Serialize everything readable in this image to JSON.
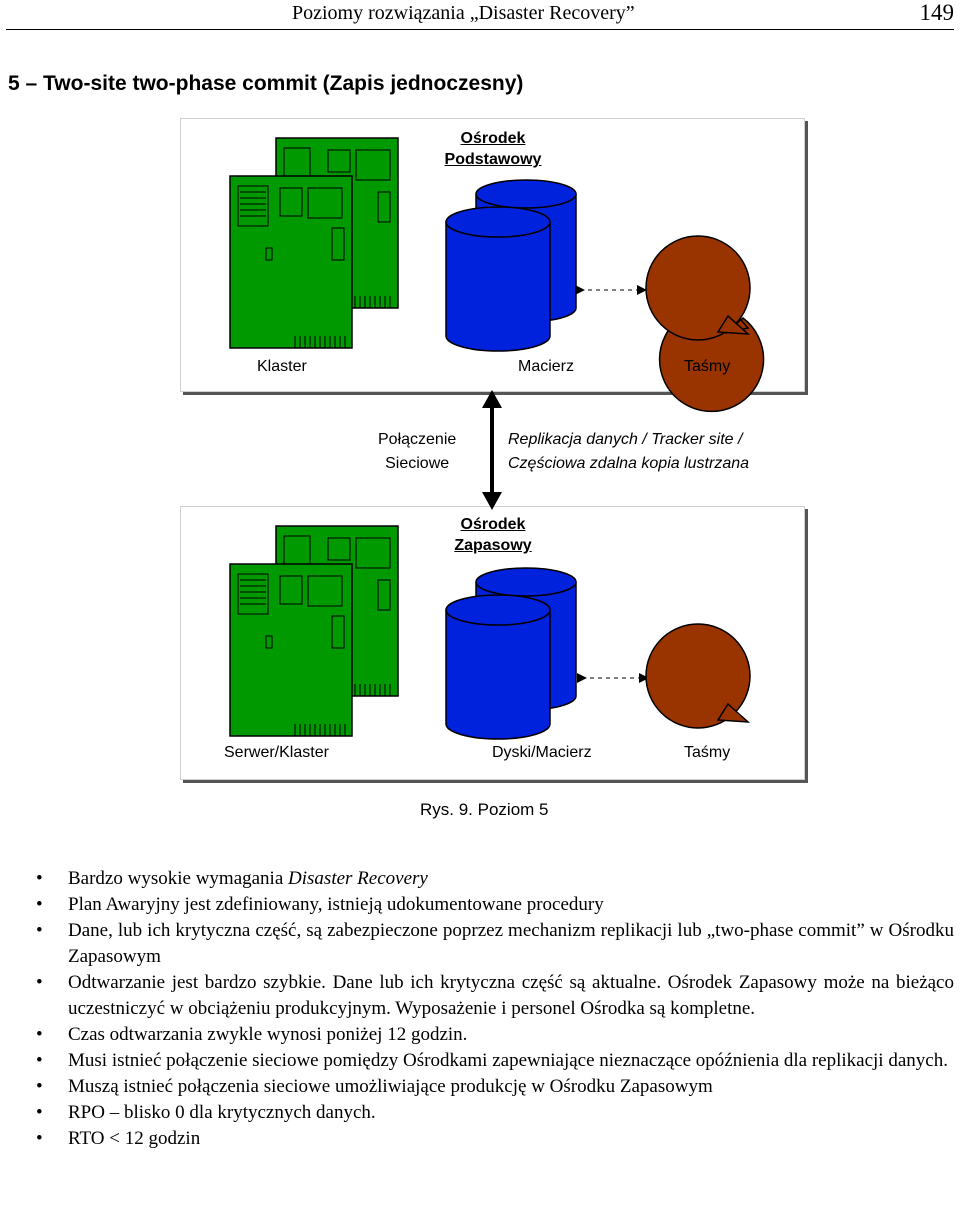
{
  "header": {
    "running_title": "Poziomy rozwiązania „Disaster Recovery”",
    "page_number": "149"
  },
  "section": {
    "title": "5 – Two-site two-phase commit (Zapis jednoczesny)"
  },
  "figure": {
    "primary_site_title_line1": "Ośrodek",
    "primary_site_title_line2": "Podstawowy",
    "primary_labels": {
      "cluster": "Klaster",
      "array": "Macierz",
      "tapes": "Taśmy"
    },
    "network_label_line1": "Połączenie",
    "network_label_line2": "Sieciowe",
    "replication_line1": "Replikacja danych / Tracker site /",
    "replication_line2": "Częściowa zdalna kopia lustrzana",
    "backup_site_title_line1": "Ośrodek",
    "backup_site_title_line2": "Zapasowy",
    "backup_labels": {
      "servers": "Serwer/Klaster",
      "disks": "Dyski/Macierz",
      "tapes": "Taśmy"
    },
    "colors": {
      "server_green": "#009900",
      "disk_blue": "#0022dd",
      "tape_brown": "#993300"
    }
  },
  "caption": "Rys. 9. Poziom 5",
  "bullets": {
    "b1_prefix": "Bardzo wysokie wymagania ",
    "b1_italic": "Disaster Recovery",
    "b2": "Plan Awaryjny jest zdefiniowany, istnieją udokumentowane procedury",
    "b3": "Dane, lub ich krytyczna część, są zabezpieczone poprzez mechanizm replikacji lub „two-phase commit” w Ośrodku Zapasowym",
    "b4": "Odtwarzanie jest bardzo szybkie. Dane lub ich krytyczna część są aktualne. Ośrodek Zapasowy może na bieżąco uczestniczyć w obciążeniu produkcyjnym. Wyposażenie i personel Ośrodka są kompletne.",
    "b5": "Czas odtwarzania zwykle wynosi poniżej 12 godzin.",
    "b6": "Musi istnieć połączenie sieciowe pomiędzy Ośrodkami zapewniające nieznaczące opóźnienia dla replikacji danych.",
    "b7": "Muszą istnieć połączenia sieciowe umożliwiające produkcję w Ośrodku Zapasowym",
    "b8": "RPO – blisko 0 dla krytycznych danych.",
    "b9": "RTO < 12 godzin"
  }
}
